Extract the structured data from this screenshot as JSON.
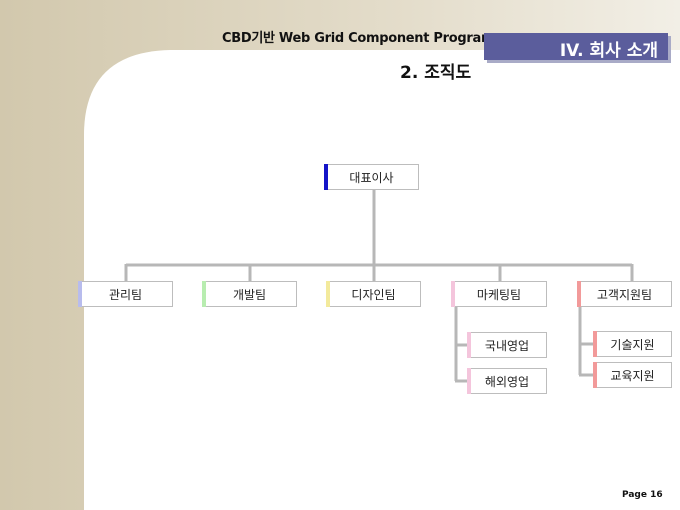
{
  "header": {
    "title": "CBD기반 Web Grid Component Program",
    "section": "IV. 회사 소개",
    "page_heading": "2. 조직도"
  },
  "org": {
    "root": {
      "label": "대표이사",
      "accent": "#1414c8"
    },
    "teams": [
      {
        "label": "관리팀",
        "accent": "#b8bced"
      },
      {
        "label": "개발팀",
        "accent": "#b8edb0"
      },
      {
        "label": "디자인팀",
        "accent": "#f3ea9c"
      },
      {
        "label": "마케팅팀",
        "accent": "#f4c5dc",
        "children": [
          "국내영업",
          "해외영업"
        ]
      },
      {
        "label": "고객지원팀",
        "accent": "#f29a9a",
        "children": [
          "기술지원",
          "교육지원"
        ]
      }
    ]
  },
  "footer": {
    "page": "Page 16"
  },
  "colors": {
    "connector": "#b7b7b7",
    "tab": "#5b5d9c",
    "beige": "#d9d1b9"
  }
}
